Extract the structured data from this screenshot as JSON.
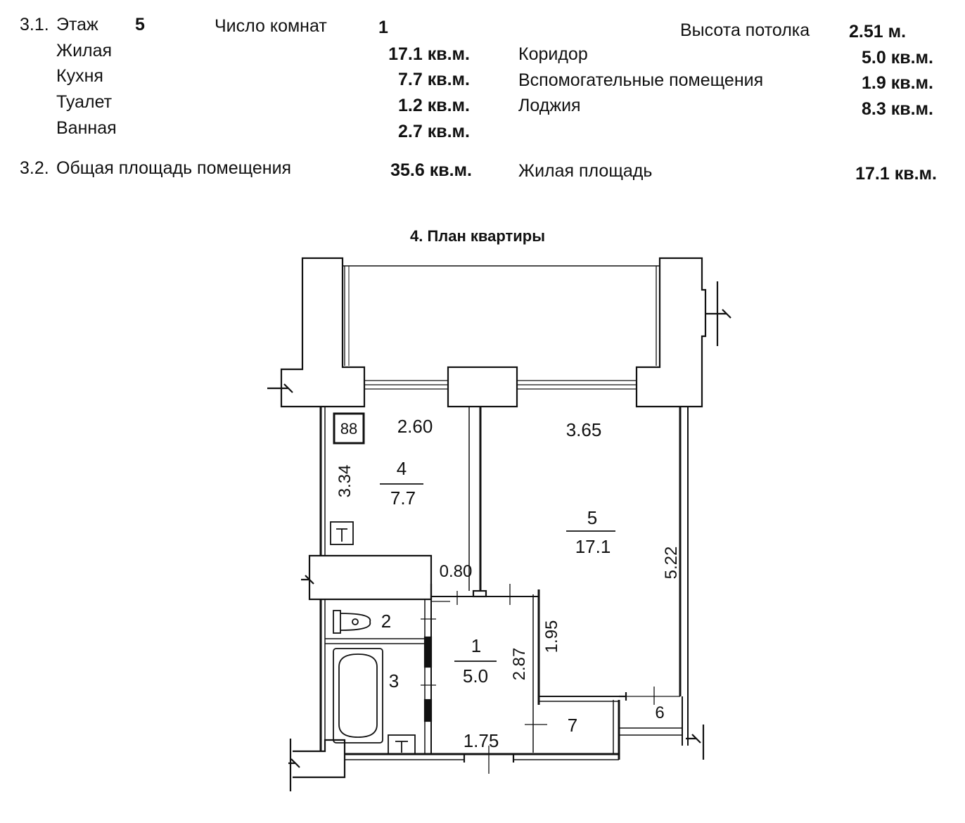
{
  "info": {
    "section_31": "3.1.",
    "floor_label": "Этаж",
    "floor_value": "5",
    "rooms_label": "Число комнат",
    "rooms_value": "1",
    "ceiling_label": "Высота потолка",
    "ceiling_value": "2.51 м.",
    "left_items": [
      {
        "label": "Жилая",
        "value": "17.1 кв.м."
      },
      {
        "label": "Кухня",
        "value": "7.7 кв.м."
      },
      {
        "label": "Туалет",
        "value": "1.2 кв.м."
      },
      {
        "label": "Ванная",
        "value": "2.7 кв.м."
      }
    ],
    "right_items": [
      {
        "label": "Коридор",
        "value": "5.0 кв.м."
      },
      {
        "label": "Вспомогательные помещения",
        "value": "1.9 кв.м."
      },
      {
        "label": "Лоджия",
        "value": "8.3 кв.м."
      }
    ],
    "section_32": "3.2.",
    "total_label": "Общая площадь помещения",
    "total_value": "35.6 кв.м.",
    "living_label": "Жилая площадь",
    "living_value": "17.1 кв.м."
  },
  "plan": {
    "title": "4. План квартиры",
    "rooms": [
      {
        "number": "4",
        "area": "7.7"
      },
      {
        "number": "5",
        "area": "17.1"
      },
      {
        "number": "1",
        "area": "5.0"
      },
      {
        "number": "2"
      },
      {
        "number": "3"
      },
      {
        "number": "7"
      },
      {
        "number": "6"
      }
    ],
    "dimensions": {
      "kitchen_width": "2.60",
      "kitchen_depth": "3.34",
      "room_width": "3.65",
      "room_depth": "5.22",
      "door_width": "0.80",
      "hall_side": "1.95",
      "hall_depth": "2.87",
      "hall_width": "1.75"
    },
    "stove_glyph": "88",
    "fixture_glyph": "T"
  }
}
